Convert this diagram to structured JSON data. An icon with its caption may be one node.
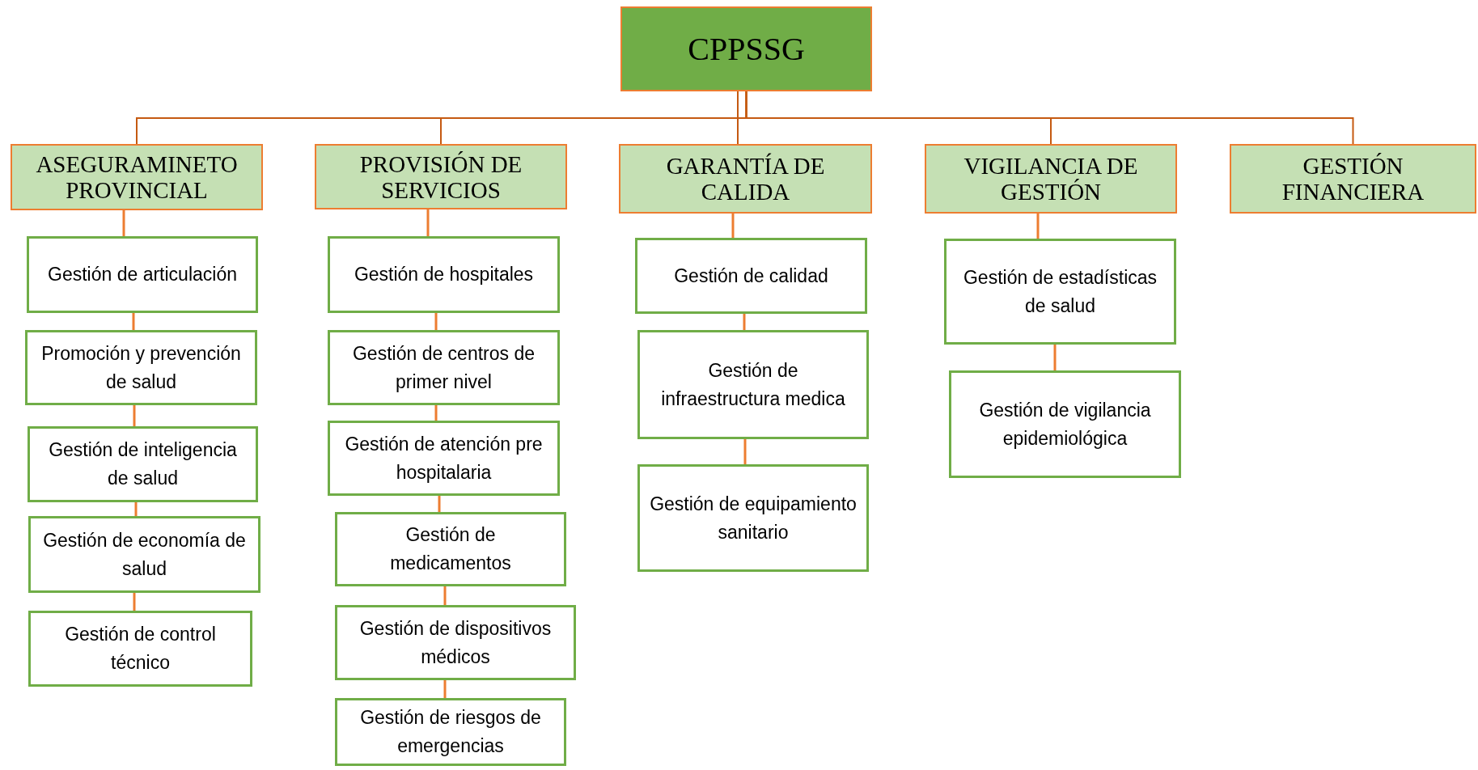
{
  "diagram": {
    "nodes": [
      {
        "text": [
          "CPPSSG"
        ]
      },
      {
        "text": [
          "ASEGURAMINETO PROVINCIAL"
        ]
      },
      {
        "text": [
          "PROVISIÓN DE SERVICIOS"
        ]
      },
      {
        "text": [
          "GARANTÍA DE CALIDA"
        ]
      },
      {
        "text": [
          "VIGILANCIA DE GESTIÓN"
        ]
      },
      {
        "text": [
          "GESTIÓN FINANCIERA"
        ]
      },
      {
        "text": [
          "Gestión de articulación"
        ]
      },
      {
        "text": [
          "Promoción y prevención de salud"
        ]
      },
      {
        "text": [
          "Gestión de inteligencia de salud"
        ]
      },
      {
        "text": [
          "Gestión de economía de salud"
        ]
      },
      {
        "text": [
          "Gestión de control técnico"
        ]
      },
      {
        "text": [
          "Gestión de hospitales"
        ]
      },
      {
        "text": [
          "Gestión de centros de primer nivel"
        ]
      },
      {
        "text": [
          "Gestión de atención pre hospitalaria"
        ]
      },
      {
        "text": [
          "Gestión de medicamentos"
        ]
      },
      {
        "text": [
          "Gestión de dispositivos médicos"
        ]
      },
      {
        "text": [
          "Gestión de riesgos de emergencias"
        ]
      },
      {
        "text": [
          "Gestión de calidad"
        ]
      },
      {
        "text": [
          "Gestión de infraestructura medica"
        ]
      },
      {
        "text": [
          "Gestión de equipamiento sanitario"
        ]
      },
      {
        "text": [
          "Gestión de estadísticas de salud"
        ]
      },
      {
        "text": [
          "Gestión de vigilancia epidemiológica"
        ]
      }
    ],
    "edges": [
      {
        "from": 0,
        "to": 1,
        "arrow": "none",
        "color": "#c55a11"
      },
      {
        "from": 0,
        "to": 2,
        "arrow": "none",
        "color": "#c55a11"
      },
      {
        "from": 0,
        "to": 3,
        "arrow": "none",
        "color": "#c55a11"
      },
      {
        "from": 0,
        "to": 4,
        "arrow": "none",
        "color": "#c55a11"
      },
      {
        "from": 0,
        "to": 5,
        "arrow": "none",
        "color": "#c55a11"
      },
      {
        "from": 1,
        "to": 6,
        "arrow": "none"
      },
      {
        "from": 6,
        "to": 7,
        "arrow": "none"
      },
      {
        "from": 7,
        "to": 8,
        "arrow": "none"
      },
      {
        "from": 8,
        "to": 9,
        "arrow": "none"
      },
      {
        "from": 9,
        "to": 10,
        "arrow": "none"
      },
      {
        "from": 2,
        "to": 11,
        "arrow": "none"
      },
      {
        "from": 11,
        "to": 12,
        "arrow": "none"
      },
      {
        "from": 12,
        "to": 13,
        "arrow": "none"
      },
      {
        "from": 13,
        "to": 14,
        "arrow": "none"
      },
      {
        "from": 14,
        "to": 15,
        "arrow": "none"
      },
      {
        "from": 15,
        "to": 16,
        "arrow": "none"
      },
      {
        "from": 3,
        "to": 17,
        "arrow": "none"
      },
      {
        "from": 17,
        "to": 18,
        "arrow": "none"
      },
      {
        "from": 18,
        "to": 19,
        "arrow": "none"
      },
      {
        "from": 4,
        "to": 20,
        "arrow": "none"
      },
      {
        "from": 20,
        "to": 21,
        "arrow": "none"
      }
    ]
  }
}
